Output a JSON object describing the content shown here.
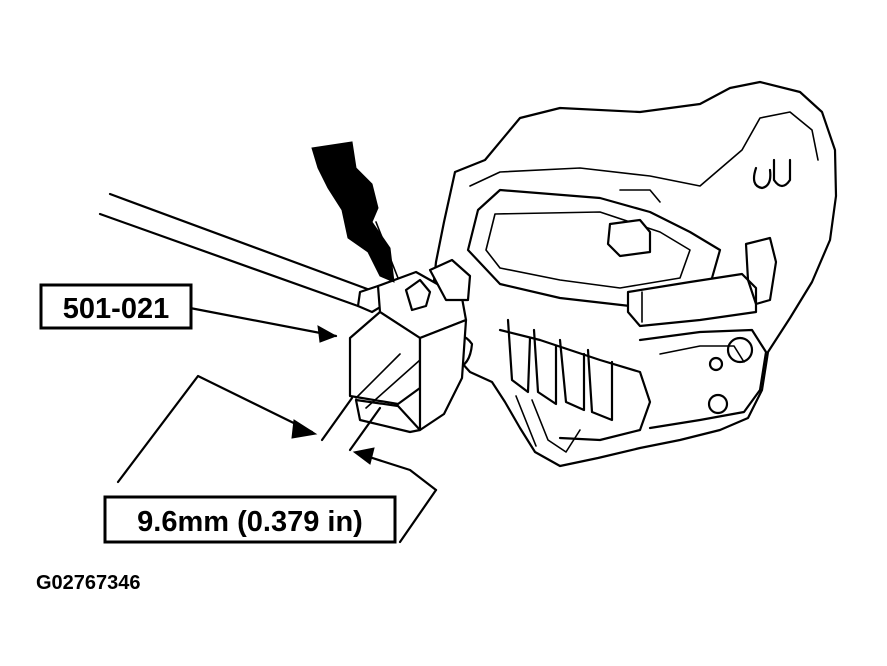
{
  "callouts": {
    "tool_label": "501-021",
    "dimension_label": "9.6mm (0.379 in)"
  },
  "figure_id": "G02767346",
  "colors": {
    "line": "#000000",
    "background": "#ffffff"
  }
}
